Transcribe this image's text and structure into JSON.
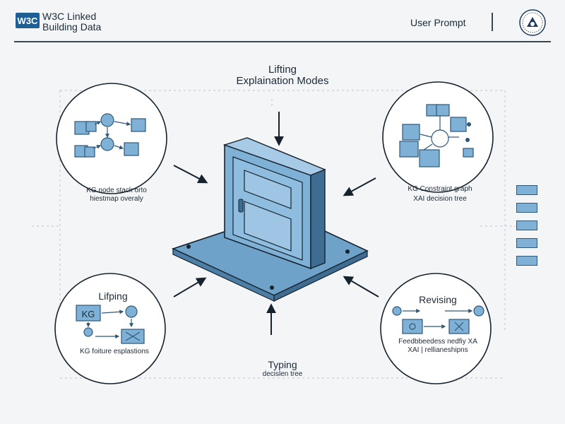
{
  "header": {
    "logo_mark": "W3C",
    "brand_line1": "W3C Linked",
    "brand_line2": "Building Data",
    "user_prompt": "User Prompt"
  },
  "title": {
    "line1": "Lifting",
    "line2": "Explaination Modes"
  },
  "panels": {
    "top_left": {
      "caption_line1": "KG node stack orto",
      "caption_line2": "hiestmap overaly"
    },
    "top_right": {
      "caption_line1": "KG Constraint graph",
      "caption_line2": "XAI decision tree"
    },
    "bottom_left": {
      "heading": "Lifping",
      "box_label": "KG",
      "caption": "KG foiture esplastions"
    },
    "bottom_right": {
      "heading": "Revising",
      "caption_line1": "Feedbbeedess nedfiy XA",
      "caption_line2": "XAI | rellianeshipns"
    }
  },
  "bottom_center": {
    "heading": "Typing",
    "caption": "decislen tree"
  },
  "side_items": 5,
  "colors": {
    "accent_fill": "#7fb0d6",
    "stroke": "#2f5877",
    "logo": "#1f5f94",
    "background": "#f3f5f6"
  }
}
